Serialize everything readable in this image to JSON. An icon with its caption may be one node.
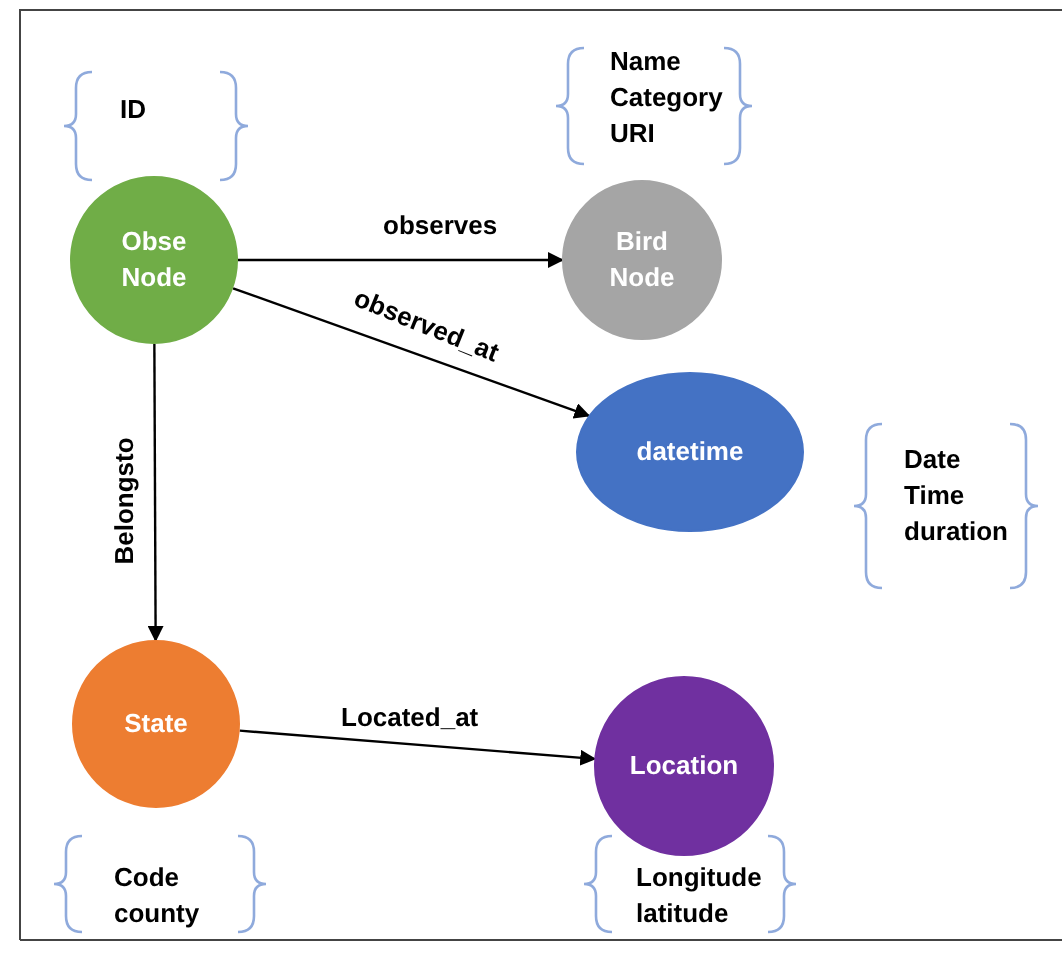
{
  "diagram": {
    "nodes": [
      {
        "text": [
          "Obse Node"
        ],
        "beside": [
          "ID"
        ]
      },
      {
        "text": [
          "Bird Node"
        ],
        "beside": [
          "Name",
          "Category",
          "URI"
        ]
      },
      {
        "text": [
          "datetime"
        ],
        "beside": [
          "Date",
          "Time",
          "duration"
        ]
      },
      {
        "text": [
          "State"
        ],
        "beside": [
          "Code",
          "county"
        ]
      },
      {
        "text": [
          "Location"
        ],
        "beside": [
          "Longitude",
          "latitude"
        ]
      }
    ],
    "edges": [
      {
        "from": 0,
        "to": 1,
        "arrow": "to",
        "label": "observes"
      },
      {
        "from": 0,
        "to": 2,
        "arrow": "to",
        "label": "observed_at"
      },
      {
        "from": 0,
        "to": 3,
        "arrow": "to",
        "label": "Belongsto"
      },
      {
        "from": 3,
        "to": 4,
        "arrow": "to",
        "label": "Located_at"
      }
    ]
  }
}
